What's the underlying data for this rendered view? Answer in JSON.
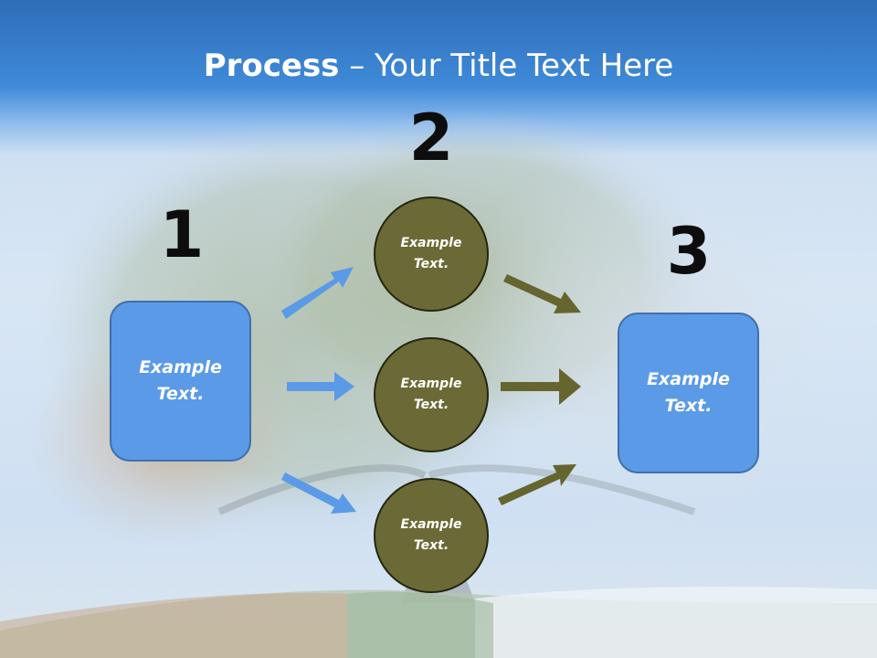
{
  "title": {
    "bold": "Process",
    "rest": " – Your Title Text Here"
  },
  "steps": [
    {
      "number": "1"
    },
    {
      "number": "2"
    },
    {
      "number": "3"
    }
  ],
  "start_box": {
    "label": "Example\nText."
  },
  "middle_circles": [
    {
      "label": "Example\nText."
    },
    {
      "label": "Example\nText."
    },
    {
      "label": "Example\nText."
    }
  ],
  "end_box": {
    "label": "Example\nText."
  },
  "colors": {
    "header": "#3a82d3",
    "box_fill": "#5b9ae6",
    "circle_fill": "#6b6a37",
    "arrow_blue": "#5b9ae6",
    "arrow_olive": "#67652f"
  }
}
